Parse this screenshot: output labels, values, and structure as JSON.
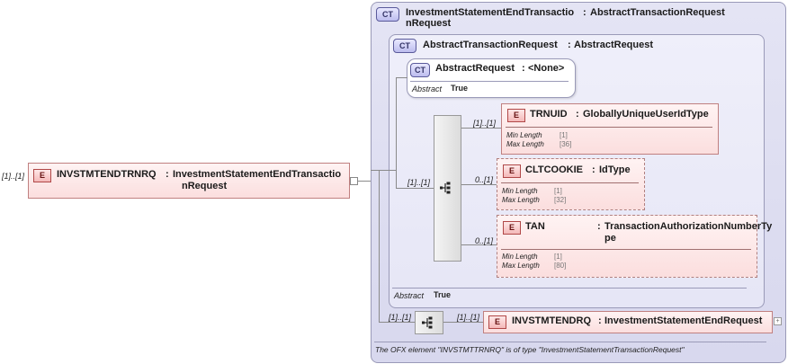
{
  "root": {
    "occurrence": "[1]..[1]",
    "badge": "E",
    "name": "INVSTMTENDTRNRQ",
    "sep": ":",
    "type_line1": "InvestmentStatementEndTransactio",
    "type_line2": "nRequest"
  },
  "outer_ct": {
    "badge": "CT",
    "name_line1": "InvestmentStatementEndTransactio",
    "name_line2": "nRequest",
    "sep": ":",
    "base": "AbstractTransactionRequest"
  },
  "inner_ct": {
    "badge": "CT",
    "name": "AbstractTransactionRequest",
    "sep": ":",
    "base": "AbstractRequest",
    "abstract_label": "Abstract",
    "abstract_value": "True"
  },
  "abstract_request": {
    "badge": "CT",
    "name": "AbstractRequest",
    "sep": ":",
    "base": "<None>",
    "abstract_label": "Abstract",
    "abstract_value": "True"
  },
  "sequence_occurrence": "[1]..[1]",
  "elements": [
    {
      "occurrence": "[1]..[1]",
      "badge": "E",
      "name": "TRNUID",
      "sep": ":",
      "type": "GloballyUniqueUserIdType",
      "min_label": "Min Length",
      "min_value": "[1]",
      "max_label": "Max Length",
      "max_value": "[36]"
    },
    {
      "occurrence": "0..[1]",
      "badge": "E",
      "name": "CLTCOOKIE",
      "sep": ":",
      "type": "IdType",
      "min_label": "Min Length",
      "min_value": "[1]",
      "max_label": "Max Length",
      "max_value": "[32]"
    },
    {
      "occurrence": "0..[1]",
      "badge": "E",
      "name": "TAN",
      "sep": ":",
      "type_line1": "TransactionAuthorizationNumberTy",
      "type_line2": "pe",
      "min_label": "Min Length",
      "min_value": "[1]",
      "max_label": "Max Length",
      "max_value": "[80]"
    }
  ],
  "bottom_sequence": {
    "occurrence": "[1]..[1]",
    "element_occurrence": "[1]..[1]",
    "badge": "E",
    "name": "INVSTMTENDRQ",
    "sep": ":",
    "type": "InvestmentStatementEndRequest"
  },
  "footnote": "The OFX element \"INVSTMTTRNRQ\" is of type \"InvestmentStatementTransactionRequest\""
}
